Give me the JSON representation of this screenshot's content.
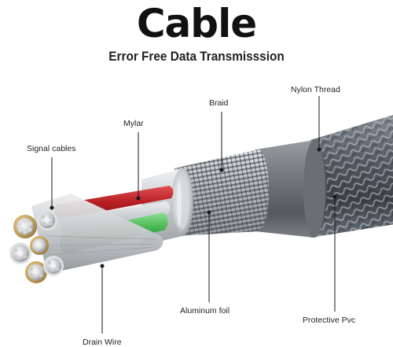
{
  "title": "Cable",
  "subtitle": "Error Free Data Transmisssion",
  "labels": {
    "signal_cables": "Signal cables",
    "mylar": "Mylar",
    "braid": "Braid",
    "nylon_thread": "Nylon Thread",
    "drain_wire": "Drain Wire",
    "aluminum_foil": "Aluminum foil",
    "protective_pvc": "Protective Pvc"
  },
  "colors": {
    "mylar_red": "#c8282c",
    "signal_green": "#3ab54a",
    "braid_silver": "#b8bcc0",
    "pvc_gray": "#6d7176",
    "nylon_dark": "#4a5058",
    "copper": "#c9a45e"
  }
}
